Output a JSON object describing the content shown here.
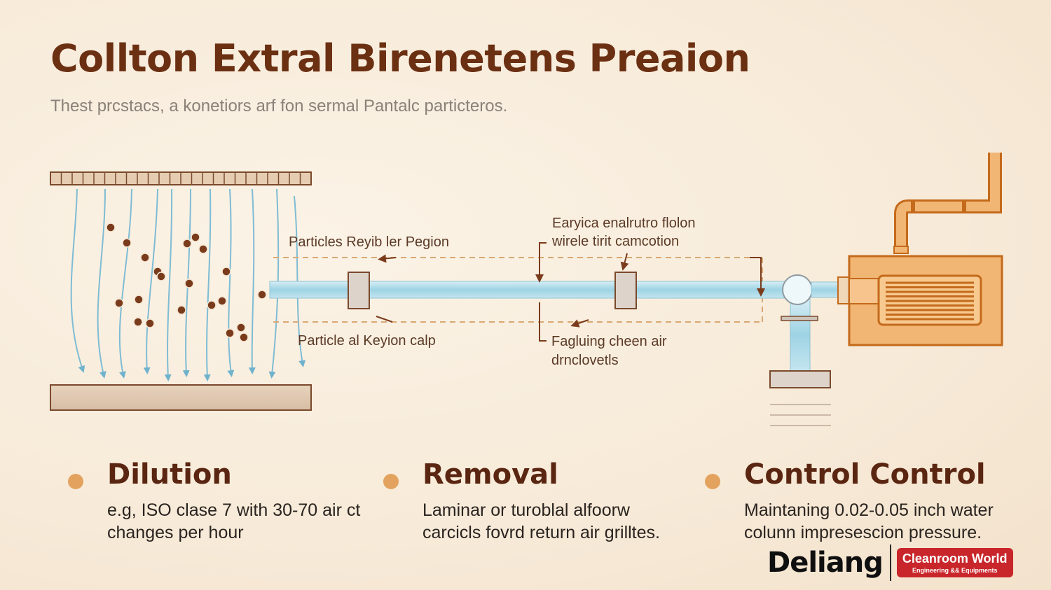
{
  "header": {
    "title": "Collton Extral Birenetens Preaion",
    "subtitle": "Thest prcstacs, a konetiors arf fon sermal Pantalc particteros."
  },
  "diagram": {
    "labels": {
      "particles_region": "Particles Reyib ler Pegion",
      "particle_keyion": "Particle al Keyion calp",
      "earvica_line1": "Earyica enalrutro flolon",
      "earvica_line2": "wirele tirit camcotion",
      "facing_line1": "Fagluing cheen air",
      "facing_line2": "drnclovetls"
    },
    "colors": {
      "airflow": "#7fbcd4",
      "particle": "#7a3b1c",
      "unit": "#f2b674",
      "unit_stroke": "#c46a1b",
      "dashed": "#d9a873"
    }
  },
  "pillars": [
    {
      "title": "Dilution",
      "text": "e.g, ISO clase 7 with 30-70 air ct changes per hour"
    },
    {
      "title": "Removal",
      "text": "Laminar or turoblal alfoorw carcicls fovrd return air grilltes."
    },
    {
      "title": "Control Control",
      "text": "Maintaning 0.02-0.05 inch water colunn impresescion pressure."
    }
  ],
  "logo": {
    "wordmark": "Deliang",
    "badge_title": "Cleanroom World",
    "badge_subtitle": "Engineering && Equipments"
  }
}
